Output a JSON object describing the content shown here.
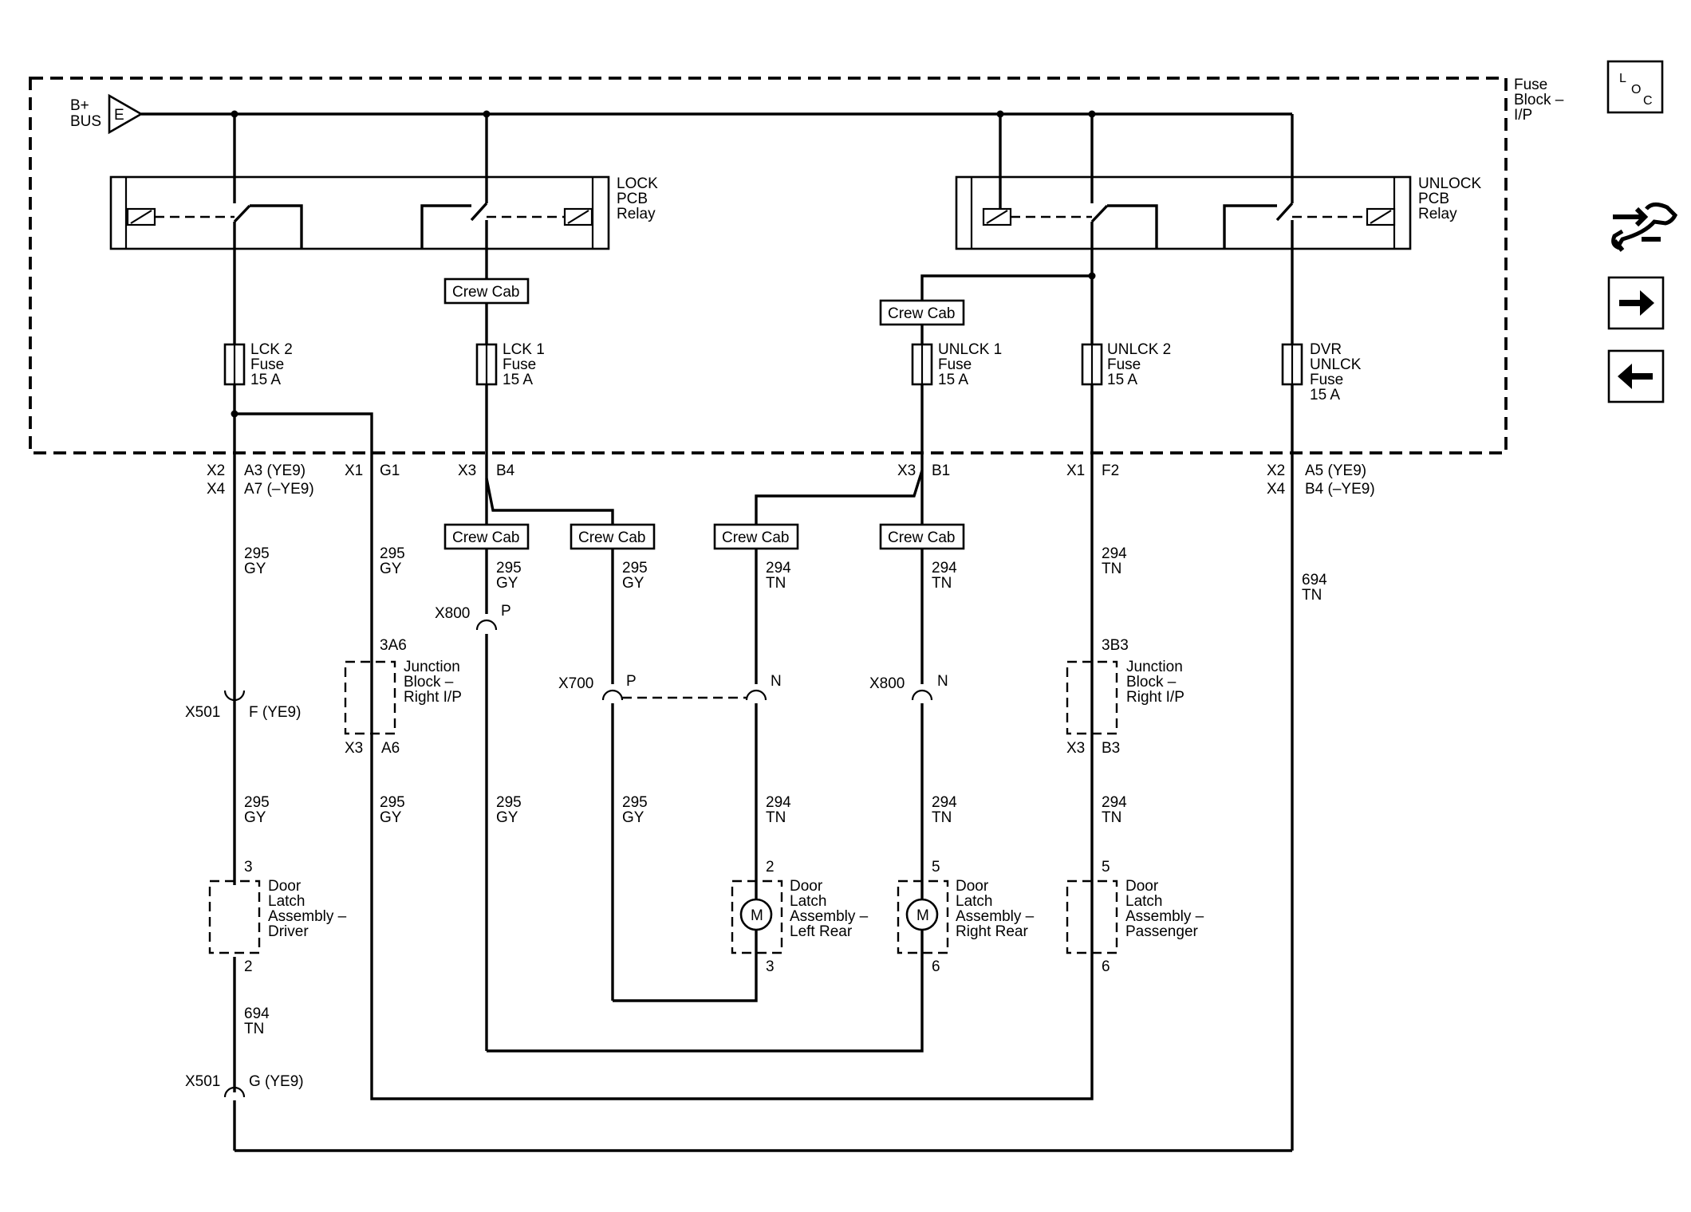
{
  "bus": {
    "label_1": "B+",
    "label_2": "BUS",
    "symbol": "E"
  },
  "fuse_block": {
    "l1": "Fuse",
    "l2": "Block –",
    "l3": "I/P"
  },
  "loc_icon": {
    "l": "L",
    "o": "O",
    "c": "C"
  },
  "lock_relay": {
    "l1": "LOCK",
    "l2": "PCB",
    "l3": "Relay"
  },
  "unlock_relay": {
    "l1": "UNLOCK",
    "l2": "PCB",
    "l3": "Relay"
  },
  "crew_cab": "Crew Cab",
  "fuses": {
    "lck2": {
      "l1": "LCK 2",
      "l2": "Fuse",
      "l3": "15 A"
    },
    "lck1": {
      "l1": "LCK 1",
      "l2": "Fuse",
      "l3": "15 A"
    },
    "unlck1": {
      "l1": "UNLCK 1",
      "l2": "Fuse",
      "l3": "15 A"
    },
    "unlck2": {
      "l1": "UNLCK 2",
      "l2": "Fuse",
      "l3": "15 A"
    },
    "dvr": {
      "l1": "DVR",
      "l2": "UNLCK",
      "l3": "Fuse",
      "l4": "15 A"
    }
  },
  "connectors": {
    "x2a": "X2",
    "x4a": "X4",
    "a3": "A3 (YE9)",
    "a7": "A7 (–YE9)",
    "x1a": "X1",
    "g1": "G1",
    "x3a": "X3",
    "b4": "B4",
    "x3b": "X3",
    "b1": "B1",
    "x1b": "X1",
    "f2": "F2",
    "x2b": "X2",
    "x4b": "X4",
    "a5": "A5 (YE9)",
    "b4b": "B4 (–YE9)",
    "x800a": "X800",
    "pa": "P",
    "x700": "X700",
    "pb": "P",
    "na": "N",
    "x800b": "X800",
    "nb": "N",
    "x501a": "X501",
    "f_ye9": "F (YE9)",
    "x501b": "X501",
    "g_ye9": "G (YE9)",
    "p3a6": "3A6",
    "x3c": "X3",
    "a6": "A6",
    "p3b3": "3B3",
    "x3d": "X3",
    "b3": "B3"
  },
  "wires": {
    "gy_num": "295",
    "gy": "GY",
    "tn_num": "294",
    "tn": "TN",
    "tn694_num": "694",
    "tn694": "TN"
  },
  "junction_left": {
    "l1": "Junction",
    "l2": "Block –",
    "l3": "Right I/P"
  },
  "junction_right": {
    "l1": "Junction",
    "l2": "Block –",
    "l3": "Right I/P"
  },
  "latches": {
    "driver": {
      "l1": "Door",
      "l2": "Latch",
      "l3": "Assembly –",
      "l4": "Driver",
      "pin_top": "3",
      "pin_bot": "2"
    },
    "left_rear": {
      "l1": "Door",
      "l2": "Latch",
      "l3": "Assembly –",
      "l4": "Left Rear",
      "pin_top": "2",
      "pin_bot": "3",
      "motor": "M"
    },
    "right_rear": {
      "l1": "Door",
      "l2": "Latch",
      "l3": "Assembly –",
      "l4": "Right Rear",
      "pin_top": "5",
      "pin_bot": "6",
      "motor": "M"
    },
    "passenger": {
      "l1": "Door",
      "l2": "Latch",
      "l3": "Assembly –",
      "l4": "Passenger",
      "pin_top": "5",
      "pin_bot": "6"
    }
  },
  "nav": {
    "tools_icon": "tools-icon",
    "next_icon": "arrow-right-icon",
    "prev_icon": "arrow-left-icon"
  }
}
